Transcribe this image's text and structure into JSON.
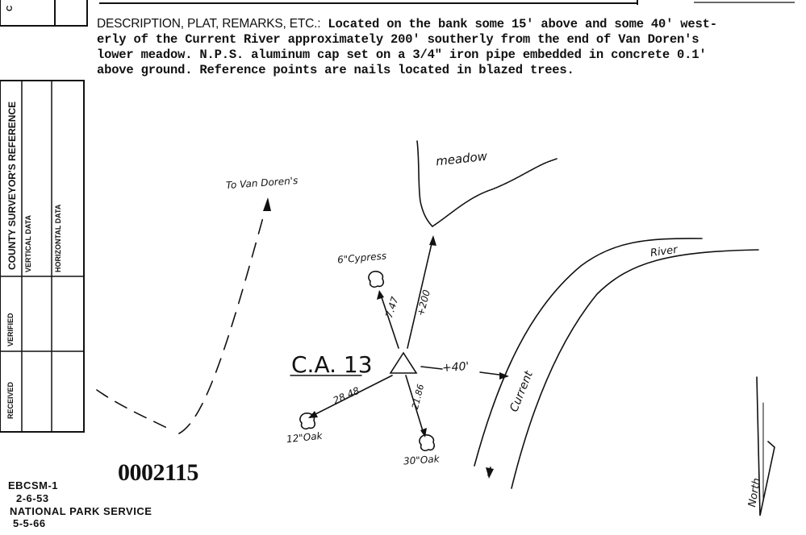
{
  "form": {
    "side_heading": "COUNTY SURVEYOR'S REFERENCE",
    "vertical_data": "VERTICAL DATA",
    "horizontal_data": "HORIZONTAL DATA",
    "verified": "VERIFIED",
    "received": "RECEIVED",
    "top_letter": "C"
  },
  "description": {
    "label": "DESCRIPTION, PLAT, REMARKS, ETC.:",
    "text1": " Located on the bank some 15' above and some 40' west-",
    "text2": "erly of the Current River approximately 200' southerly from the end of Van Doren's",
    "text3": "lower meadow.  N.P.S. aluminum cap set on a 3/4\" iron pipe embedded in concrete 0.1'",
    "text4": "above ground.  Reference points are nails located in blazed trees."
  },
  "sketch": {
    "station": "C.A. 13",
    "to_van_dorens": "To Van Doren's",
    "meadow": "meadow",
    "river": "River",
    "current": "Current",
    "north": "North",
    "cypress": "6\"Cypress",
    "oak12": "12\"Oak",
    "oak30": "30\"Oak",
    "dist_cypress": "7.47",
    "dist_meadow": "+200",
    "dist_river": "+40'",
    "dist_oak12": "28.48",
    "dist_oak30": "21.86"
  },
  "stamp_number": "0002115",
  "footer": {
    "form_code": "EBCSM-1",
    "form_date": "2-6-53",
    "agency": "NATIONAL PARK SERVICE",
    "date": "5-5-66"
  }
}
